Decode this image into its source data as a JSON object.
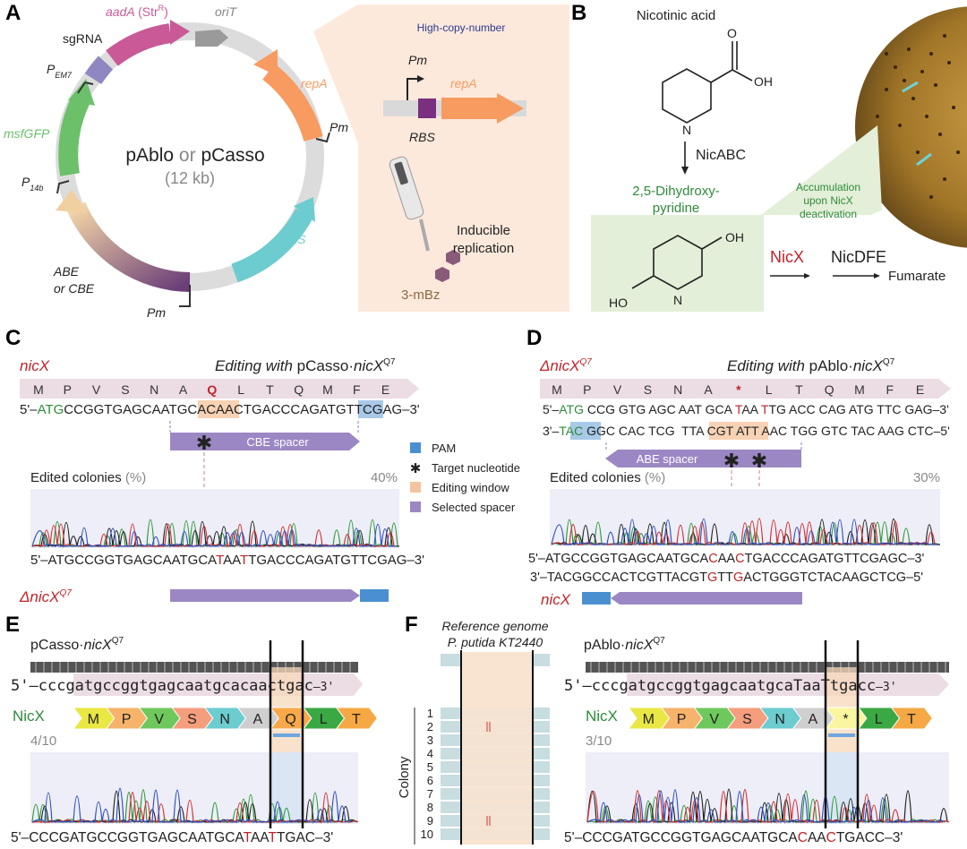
{
  "panels": {
    "A": "A",
    "B": "B",
    "C": "C",
    "D": "D",
    "E": "E",
    "F": "F"
  },
  "panelA": {
    "plasmid_name_1": "pAblo",
    "plasmid_or": "or",
    "plasmid_name_2": "pCasso",
    "plasmid_size": "(12 kb)",
    "aadA": "aadA",
    "aadA_str": "(Str",
    "aadA_sup": "R",
    "aadA_close": ")",
    "oriT": "oriT",
    "sgRNA": "sgRNA",
    "P_EM7": "P",
    "P_EM7_sub": "EM7",
    "msfGFP": "msfGFP",
    "P_14b": "P",
    "P_14b_sub": "14b",
    "repA": "repA",
    "Pm_top": "Pm",
    "xylS": "xylS",
    "ABE_or_CBE_1": "ABE",
    "ABE_or_CBE_2": "or CBE",
    "Pm_bottom": "Pm",
    "inset_title": "High-copy-number",
    "inset_Pm": "Pm",
    "inset_repA": "repA",
    "inset_RBS": "RBS",
    "inducible_1": "Inducible",
    "inducible_2": "replication",
    "inducer": "3-mBz"
  },
  "panelB": {
    "nicotinic_acid": "Nicotinic acid",
    "oh": "OH",
    "o": "O",
    "n": "N",
    "enzyme1": "NicABC",
    "product1_1": "2,5-Dihydroxy-",
    "product1_2": "pyridine",
    "accum_1": "Accumulation",
    "accum_2": "upon NicX",
    "accum_3": "deactivation",
    "ho": "HO",
    "oh2": "OH",
    "n2": "N",
    "nicX": "NicX",
    "nicDFE": "NicDFE",
    "fumarate": "Fumarate"
  },
  "panelC": {
    "gene": "nicX",
    "editing_label": "Editing with ",
    "plasmid": "pCasso·",
    "plasmid_gene": "nicX",
    "plasmid_sup": "Q7",
    "aa": [
      "M",
      "P",
      "V",
      "S",
      "N",
      "A",
      "Q",
      "L",
      "T",
      "Q",
      "M",
      "F",
      "E"
    ],
    "seq_prefix": "5'–",
    "seq_atg": "ATG",
    "seq_mid1": "CCGGTGAGCAATGCA",
    "seq_window": "CAACT",
    "seq_mid2": "GACCCAGATGTT",
    "seq_pam": "CGA",
    "seq_suffix": "G–3'",
    "spacer": "CBE spacer",
    "edited_label": "Edited colonies",
    "edited_unit": "(%)",
    "edited_pct": "40%",
    "result_seq_a": "5'–ATGCCGGTGAGCAATGCA",
    "result_T1": "T",
    "result_seq_b": "AA",
    "result_T2": "T",
    "result_seq_c": "TGACCCAGATGTTCGAG–3'",
    "mutant": "ΔnicX",
    "mutant_sup": "Q7"
  },
  "legend": {
    "pam": "PAM",
    "target": "Target nucleotide",
    "window": "Editing window",
    "spacer": "Selected spacer",
    "colors": {
      "pam": "#4a90d0",
      "window": "#f4c49e",
      "spacer": "#9b87c4"
    }
  },
  "panelD": {
    "gene": "ΔnicX",
    "gene_sup": "Q7",
    "editing_label": "Editing with ",
    "plasmid": "pAblo·",
    "plasmid_gene": "nicX",
    "plasmid_sup": "Q7",
    "aa": [
      "M",
      "P",
      "V",
      "S",
      "N",
      "A",
      "*",
      "L",
      "T",
      "Q",
      "M",
      "F",
      "E"
    ],
    "top_prefix": "5'–",
    "top_atg": "ATG",
    "top_a": " CCG GTG AGC AAT GCA ",
    "top_T1": "T",
    "top_b": "AA ",
    "top_T2": "T",
    "top_c": "TG ACC CAG ATG TTC GAG–3'",
    "bot_prefix": "3'–",
    "bot_tac": "TAC",
    "bot_pam": "GGC",
    "bot_a": " CAC TCG  TTA CGT ",
    "bot_window": "ATT",
    "bot_b": " AAC TGG GTC TAC AAG CTC–5'",
    "spacer": "ABE spacer",
    "edited_label": "Edited colonies",
    "edited_unit": "(%)",
    "edited_pct": "30%",
    "res_top_a": "5'–ATGCCGGTGAGCAATGCA",
    "res_top_C1": "C",
    "res_top_b": "AA",
    "res_top_C2": "C",
    "res_top_c": "TGACCCAGATGTTCGAGC–3'",
    "res_bot_a": "3'–TACGGCCACTCGTTACGT",
    "res_bot_G1": "G",
    "res_bot_b": "TT",
    "res_bot_G2": "G",
    "res_bot_c": "ACTGGGTCTACAAGCTCG–5'",
    "gene_bottom": "nicX"
  },
  "panelE": {
    "plasmid": "pCasso·",
    "plasmid_gene": "nicX",
    "plasmid_sup": "Q7",
    "seq_prefix": "5'–",
    "seq_lead": "ccc",
    "seq_a": "gatgccggtgagcaatgca",
    "seq_window": "caa",
    "seq_b": "ctgac",
    "seq_suffix": "–3'",
    "protein": "NicX",
    "aa": [
      "M",
      "P",
      "V",
      "S",
      "N",
      "A",
      "Q",
      "L",
      "T"
    ],
    "count": "4/10",
    "res_a": "5'–CCCGATGCCGGTGAGCAATGCA",
    "res_T1": "T",
    "res_b": "AA",
    "res_T2": "T",
    "res_c": "TGAC–3'"
  },
  "panelF": {
    "ref_1": "Reference genome",
    "ref_2": "P. putida KT2440",
    "colony_label": "Colony",
    "colonies": [
      "1",
      "2",
      "3",
      "4",
      "5",
      "6",
      "7",
      "8",
      "9",
      "10"
    ],
    "plasmid": "pAblo·",
    "plasmid_gene": "nicX",
    "plasmid_sup": "Q7",
    "seq_prefix": "5'–",
    "seq_lead": "ccc",
    "seq_a": "gatgccggtgagcaatgca",
    "seq_window_T": "T",
    "seq_window_aa": "aa",
    "seq_T": "T",
    "seq_b": "tgacc",
    "seq_suffix": "–3'",
    "protein": "NicX",
    "aa": [
      "M",
      "P",
      "V",
      "S",
      "N",
      "A",
      "*",
      "L",
      "T"
    ],
    "count": "3/10",
    "res_a": "5'–CCCGATGCCGGTGAGCAATGCA",
    "res_C1": "C",
    "res_b": "AA",
    "res_C2": "C",
    "res_c": "TGACC–3'"
  }
}
